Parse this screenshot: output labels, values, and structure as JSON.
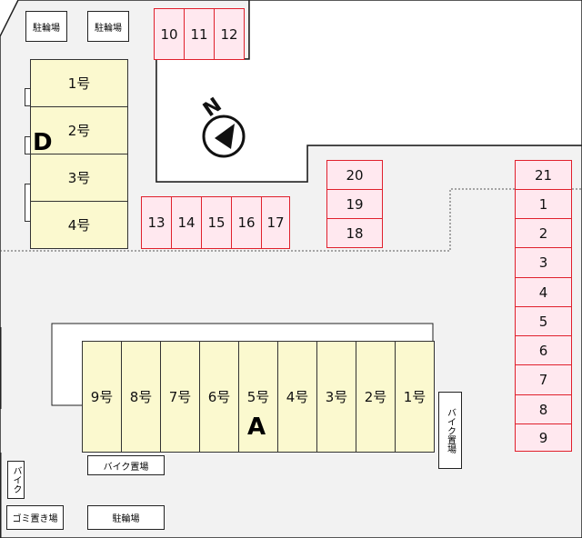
{
  "compass": {
    "label": "N",
    "icon": "north-arrow-icon"
  },
  "facilities": {
    "bicycle_parking_1": "駐輪場",
    "bicycle_parking_2": "駐輪場",
    "bicycle_parking_bottom": "駐輪場",
    "bike_parking_bottom": "バイク置場",
    "bike_parking_right": "バイク置場",
    "bike_small": "バイク",
    "garbage": "ゴミ置き場"
  },
  "building_d": {
    "letter": "D",
    "units": [
      "1号",
      "2号",
      "3号",
      "4号"
    ]
  },
  "building_a": {
    "letter": "A",
    "units": [
      "9号",
      "8号",
      "7号",
      "6号",
      "5号",
      "4号",
      "3号",
      "2号",
      "1号"
    ]
  },
  "parking": {
    "top_row": [
      "10",
      "11",
      "12"
    ],
    "middle_row": [
      "13",
      "14",
      "15",
      "16",
      "17"
    ],
    "center_column": [
      "20",
      "19",
      "18"
    ],
    "right_column": [
      "21",
      "1",
      "2",
      "3",
      "4",
      "5",
      "6",
      "7",
      "8",
      "9"
    ]
  },
  "colors": {
    "parking_border": "#e0202c",
    "parking_fill": "#ffe8ef",
    "unit_fill": "#fbf9cf",
    "ground_fill": "#f2f2f2"
  }
}
